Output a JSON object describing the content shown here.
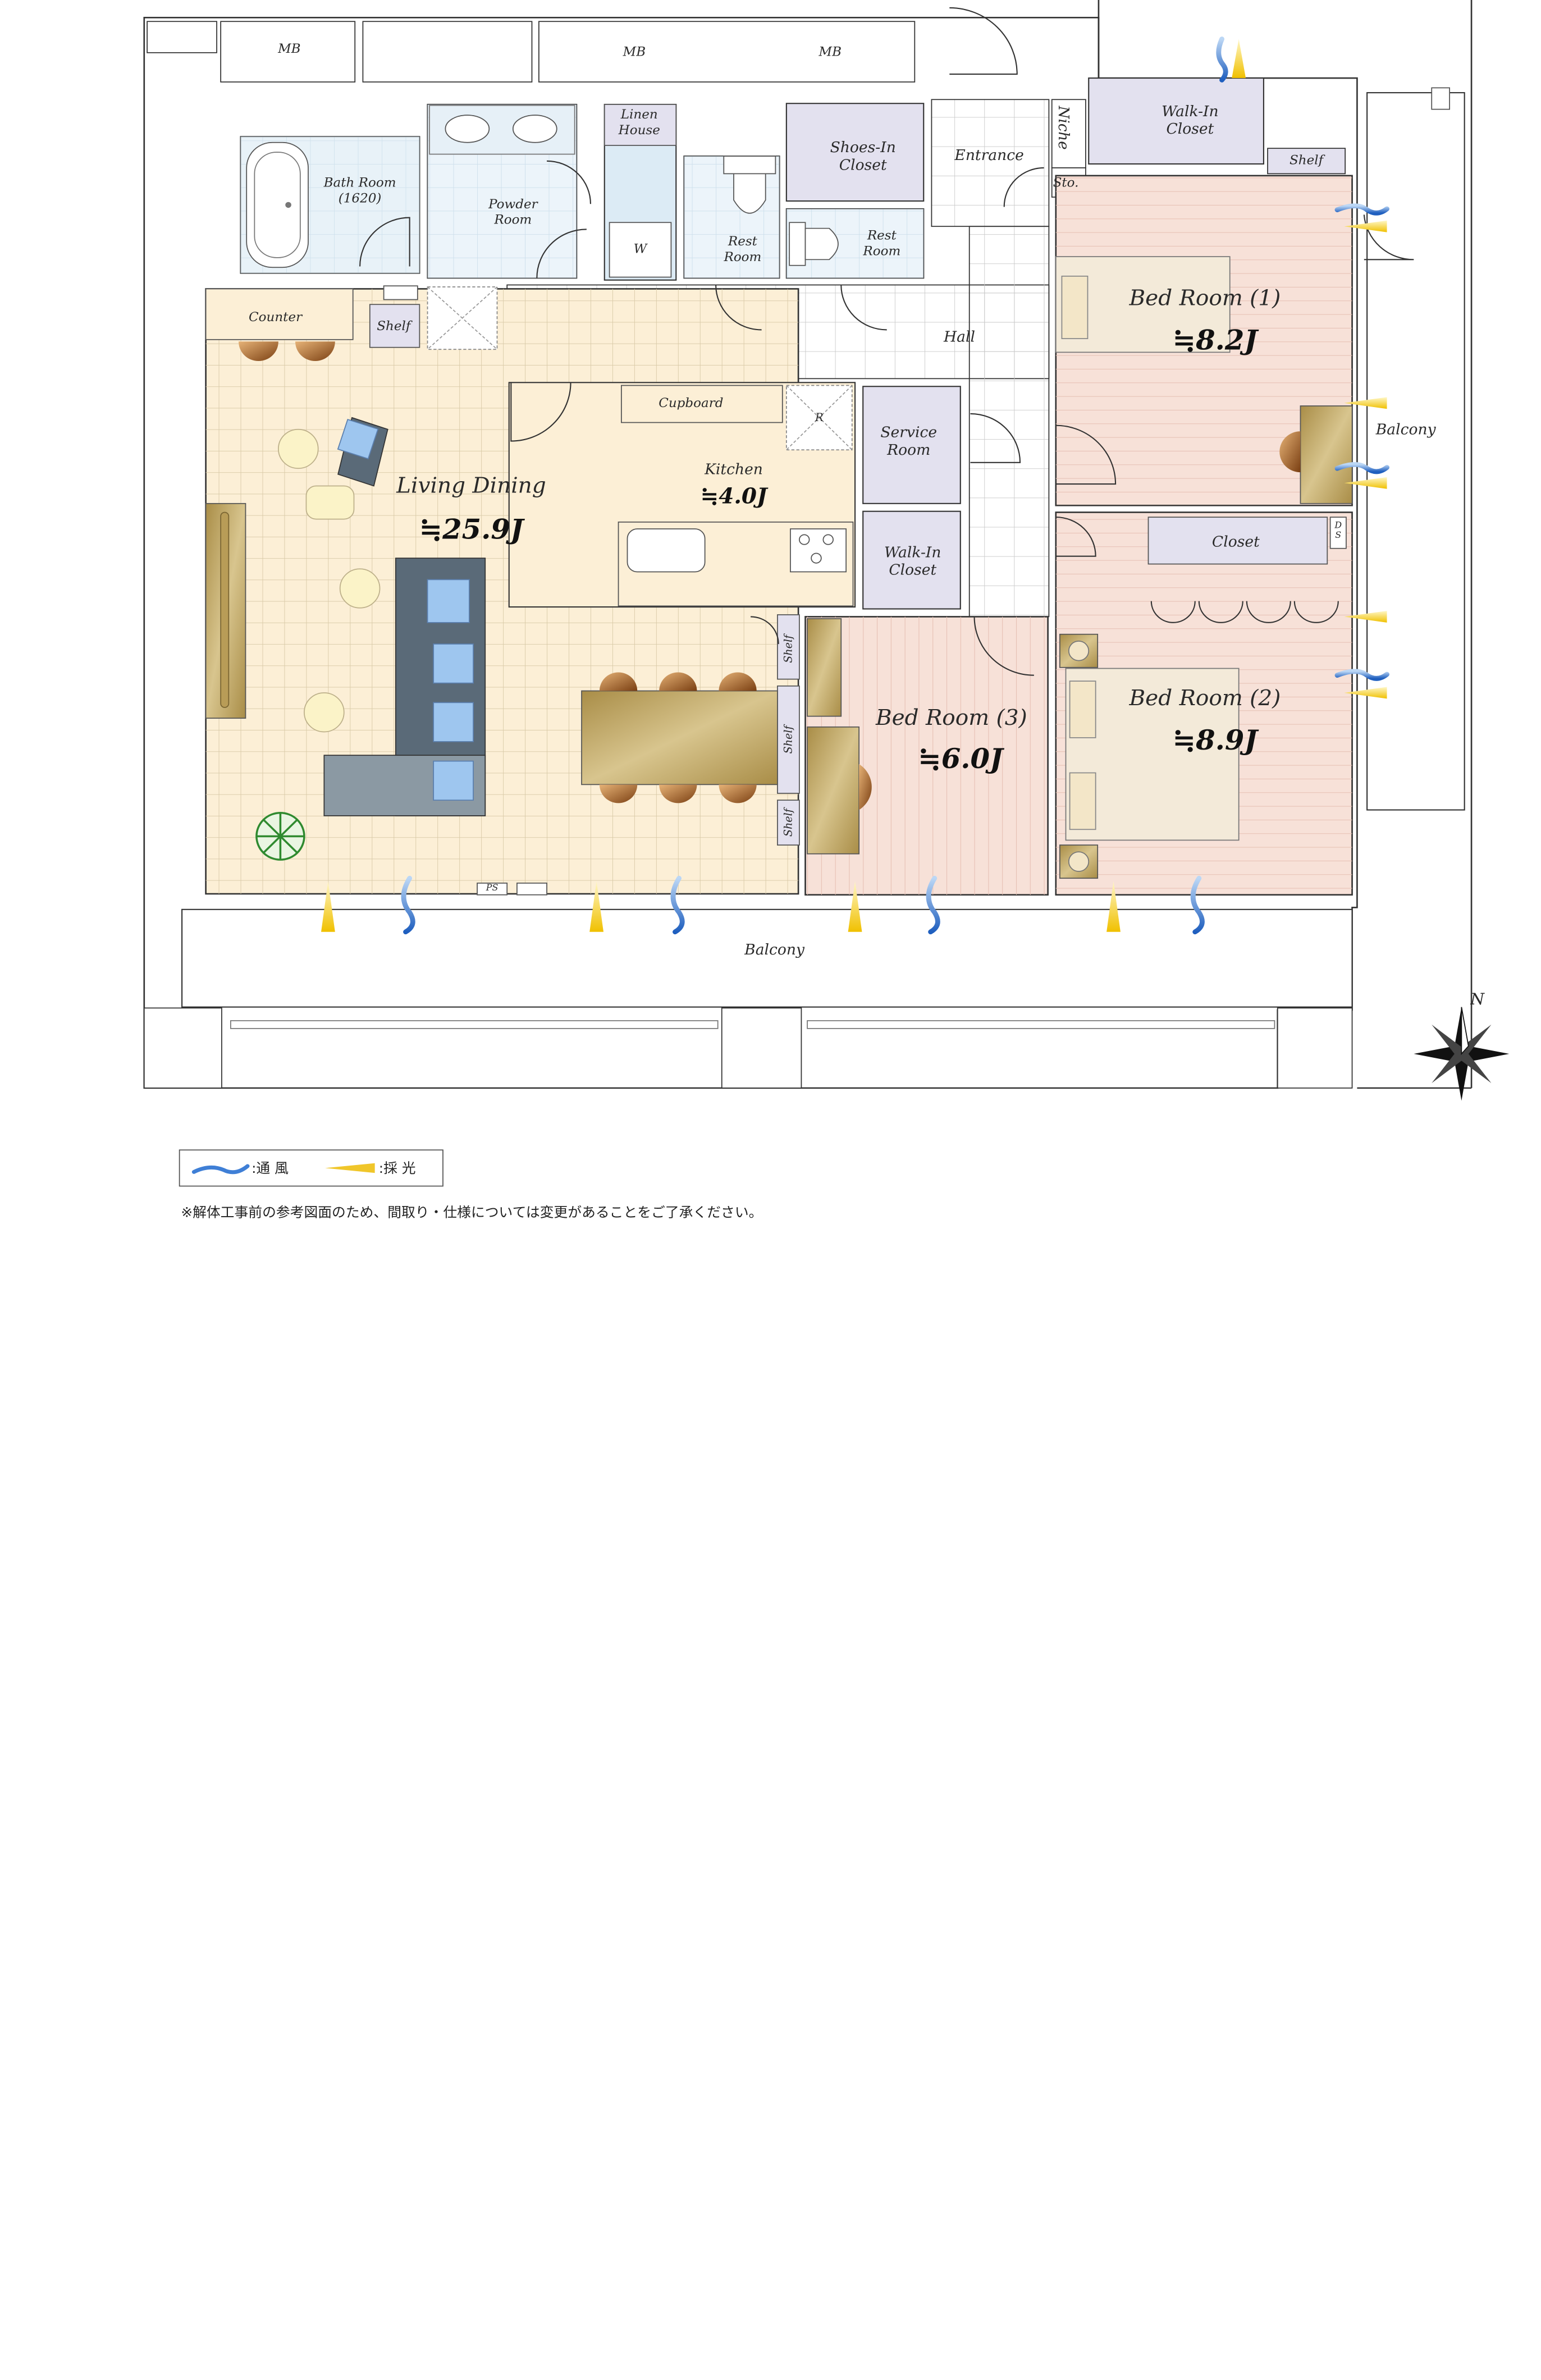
{
  "rooms": {
    "mb1": "MB",
    "mb2": "MB",
    "mb3": "MB",
    "linen_house": "Linen\nHouse",
    "bath_room": "Bath Room\n(1620)",
    "powder_room": "Powder\nRoom",
    "washer": "W",
    "rest_room_1": "Rest\nRoom",
    "rest_room_2": "Rest\nRoom",
    "shoes_in_closet": "Shoes-In\nCloset",
    "entrance": "Entrance",
    "niche": "Niche",
    "storage": "Sto.",
    "walk_in_closet_1": "Walk-In\nCloset",
    "shelf_top": "Shelf",
    "counter": "Counter",
    "shelf_ld": "Shelf",
    "hall": "Hall",
    "cupboard": "Cupboard",
    "refrigerator": "R",
    "kitchen": "Kitchen",
    "kitchen_area": "≒4.0J",
    "service_room": "Service\nRoom",
    "walk_in_closet_2": "Walk-In\nCloset",
    "living_dining": "Living Dining",
    "living_dining_area": "≒25.9J",
    "bed_room_1": "Bed Room (1)",
    "bed_room_1_area": "≒8.2J",
    "bed_room_2": "Bed Room (2)",
    "bed_room_2_area": "≒8.9J",
    "bed_room_3": "Bed Room (3)",
    "bed_room_3_area": "≒6.0J",
    "closet": "Closet",
    "ds": "D\nS",
    "shelf_a": "Shelf",
    "shelf_b": "Shelf",
    "shelf_c": "Shelf",
    "ps": "PS",
    "balcony_south": "Balcony",
    "balcony_east": "Balcony"
  },
  "compass": {
    "north_label": "N"
  },
  "legend": {
    "ventilation": ":通 風",
    "lighting": ":採 光"
  },
  "colors": {
    "living": "#fcefd6",
    "bedroom": "#f7e1d8",
    "wet": "#dcebf5",
    "storage": "#e3e1ef",
    "wood": "#c8ad6b",
    "sofa": "#5a6a78",
    "wind": "#3f7fd6",
    "light": "#f0c62a"
  },
  "note": "※解体工事前の参考図面のため、間取り・仕様については変更があることをご了承ください。"
}
